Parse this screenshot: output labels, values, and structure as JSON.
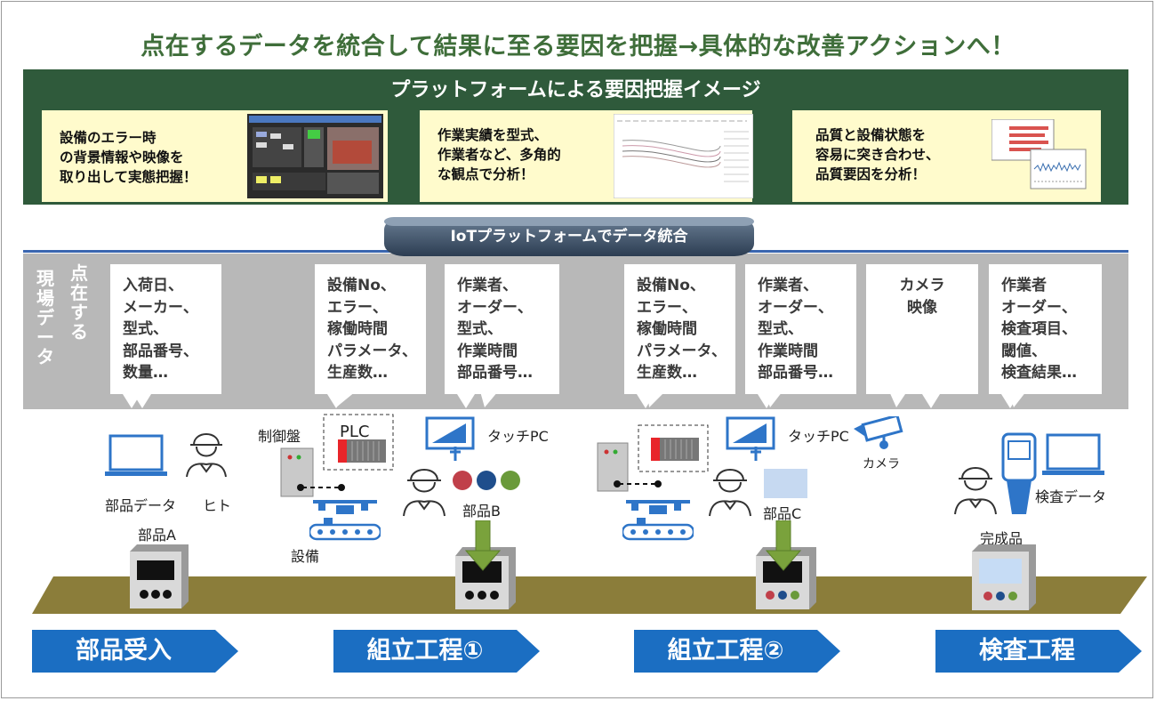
{
  "title": "点在するデータを統合して結果に至る要因を把握→具体的な改善アクションへ！",
  "banner_title": "プラットフォームによる要因把握イメージ",
  "callouts": [
    {
      "text": "設備のエラー時\nの背景情報や映像を\n取り出して実態把握！",
      "image": "monitor-screen-image"
    },
    {
      "text": "作業実績を型式、\n作業者など、多角的\nな観点で分析！",
      "image": "line-chart-image"
    },
    {
      "text": "品質と設備状態を\n容易に突き合わせ、\n品質要因を分析！",
      "image": "quality-charts-image"
    }
  ],
  "iot_platform": "IoTプラットフォームでデータ統合",
  "side_label": {
    "col1": "点在する",
    "col2": "現場データ"
  },
  "bubbles": [
    "入荷日、\nメーカー、\n型式、\n部品番号、\n数量…",
    "設備No、\nエラー、\n稼働時間\nパラメータ、\n生産数…",
    "作業者、\nオーダー、\n型式、\n作業時間\n部品番号…",
    "設備No、\nエラー、\n稼働時間\nパラメータ、\n生産数…",
    "作業者、\nオーダー、\n型式、\n作業時間\n部品番号…",
    "カメラ\n映像",
    "作業者\nオーダー、\n検査項目、\n閾値、\n検査結果…"
  ],
  "labels": {
    "parts_data": "部品データ",
    "human": "ヒト",
    "part_a": "部品A",
    "control_panel": "制御盤",
    "plc": "PLC",
    "equipment": "設備",
    "touch_pc_1": "タッチPC",
    "part_b": "部品B",
    "touch_pc_2": "タッチPC",
    "camera": "カメラ",
    "part_c": "部品C",
    "inspection_data": "検査データ",
    "finished_product": "完成品"
  },
  "processes": [
    "部品受入",
    "組立工程①",
    "組立工程②",
    "検査工程"
  ],
  "colors": {
    "title_green": "#3f6e3a",
    "banner_green": "#2f5a3b",
    "callout_yellow": "#fffbcc",
    "process_blue": "#1b6ec2",
    "conveyor_olive": "#8b7d3a",
    "icon_blue": "#2e75c8",
    "plc_red": "#e8252a",
    "ball_red": "#c0404a",
    "ball_blue": "#1f4e8c",
    "ball_green": "#6a9a3a",
    "arrow_green": "#7aa23c"
  }
}
